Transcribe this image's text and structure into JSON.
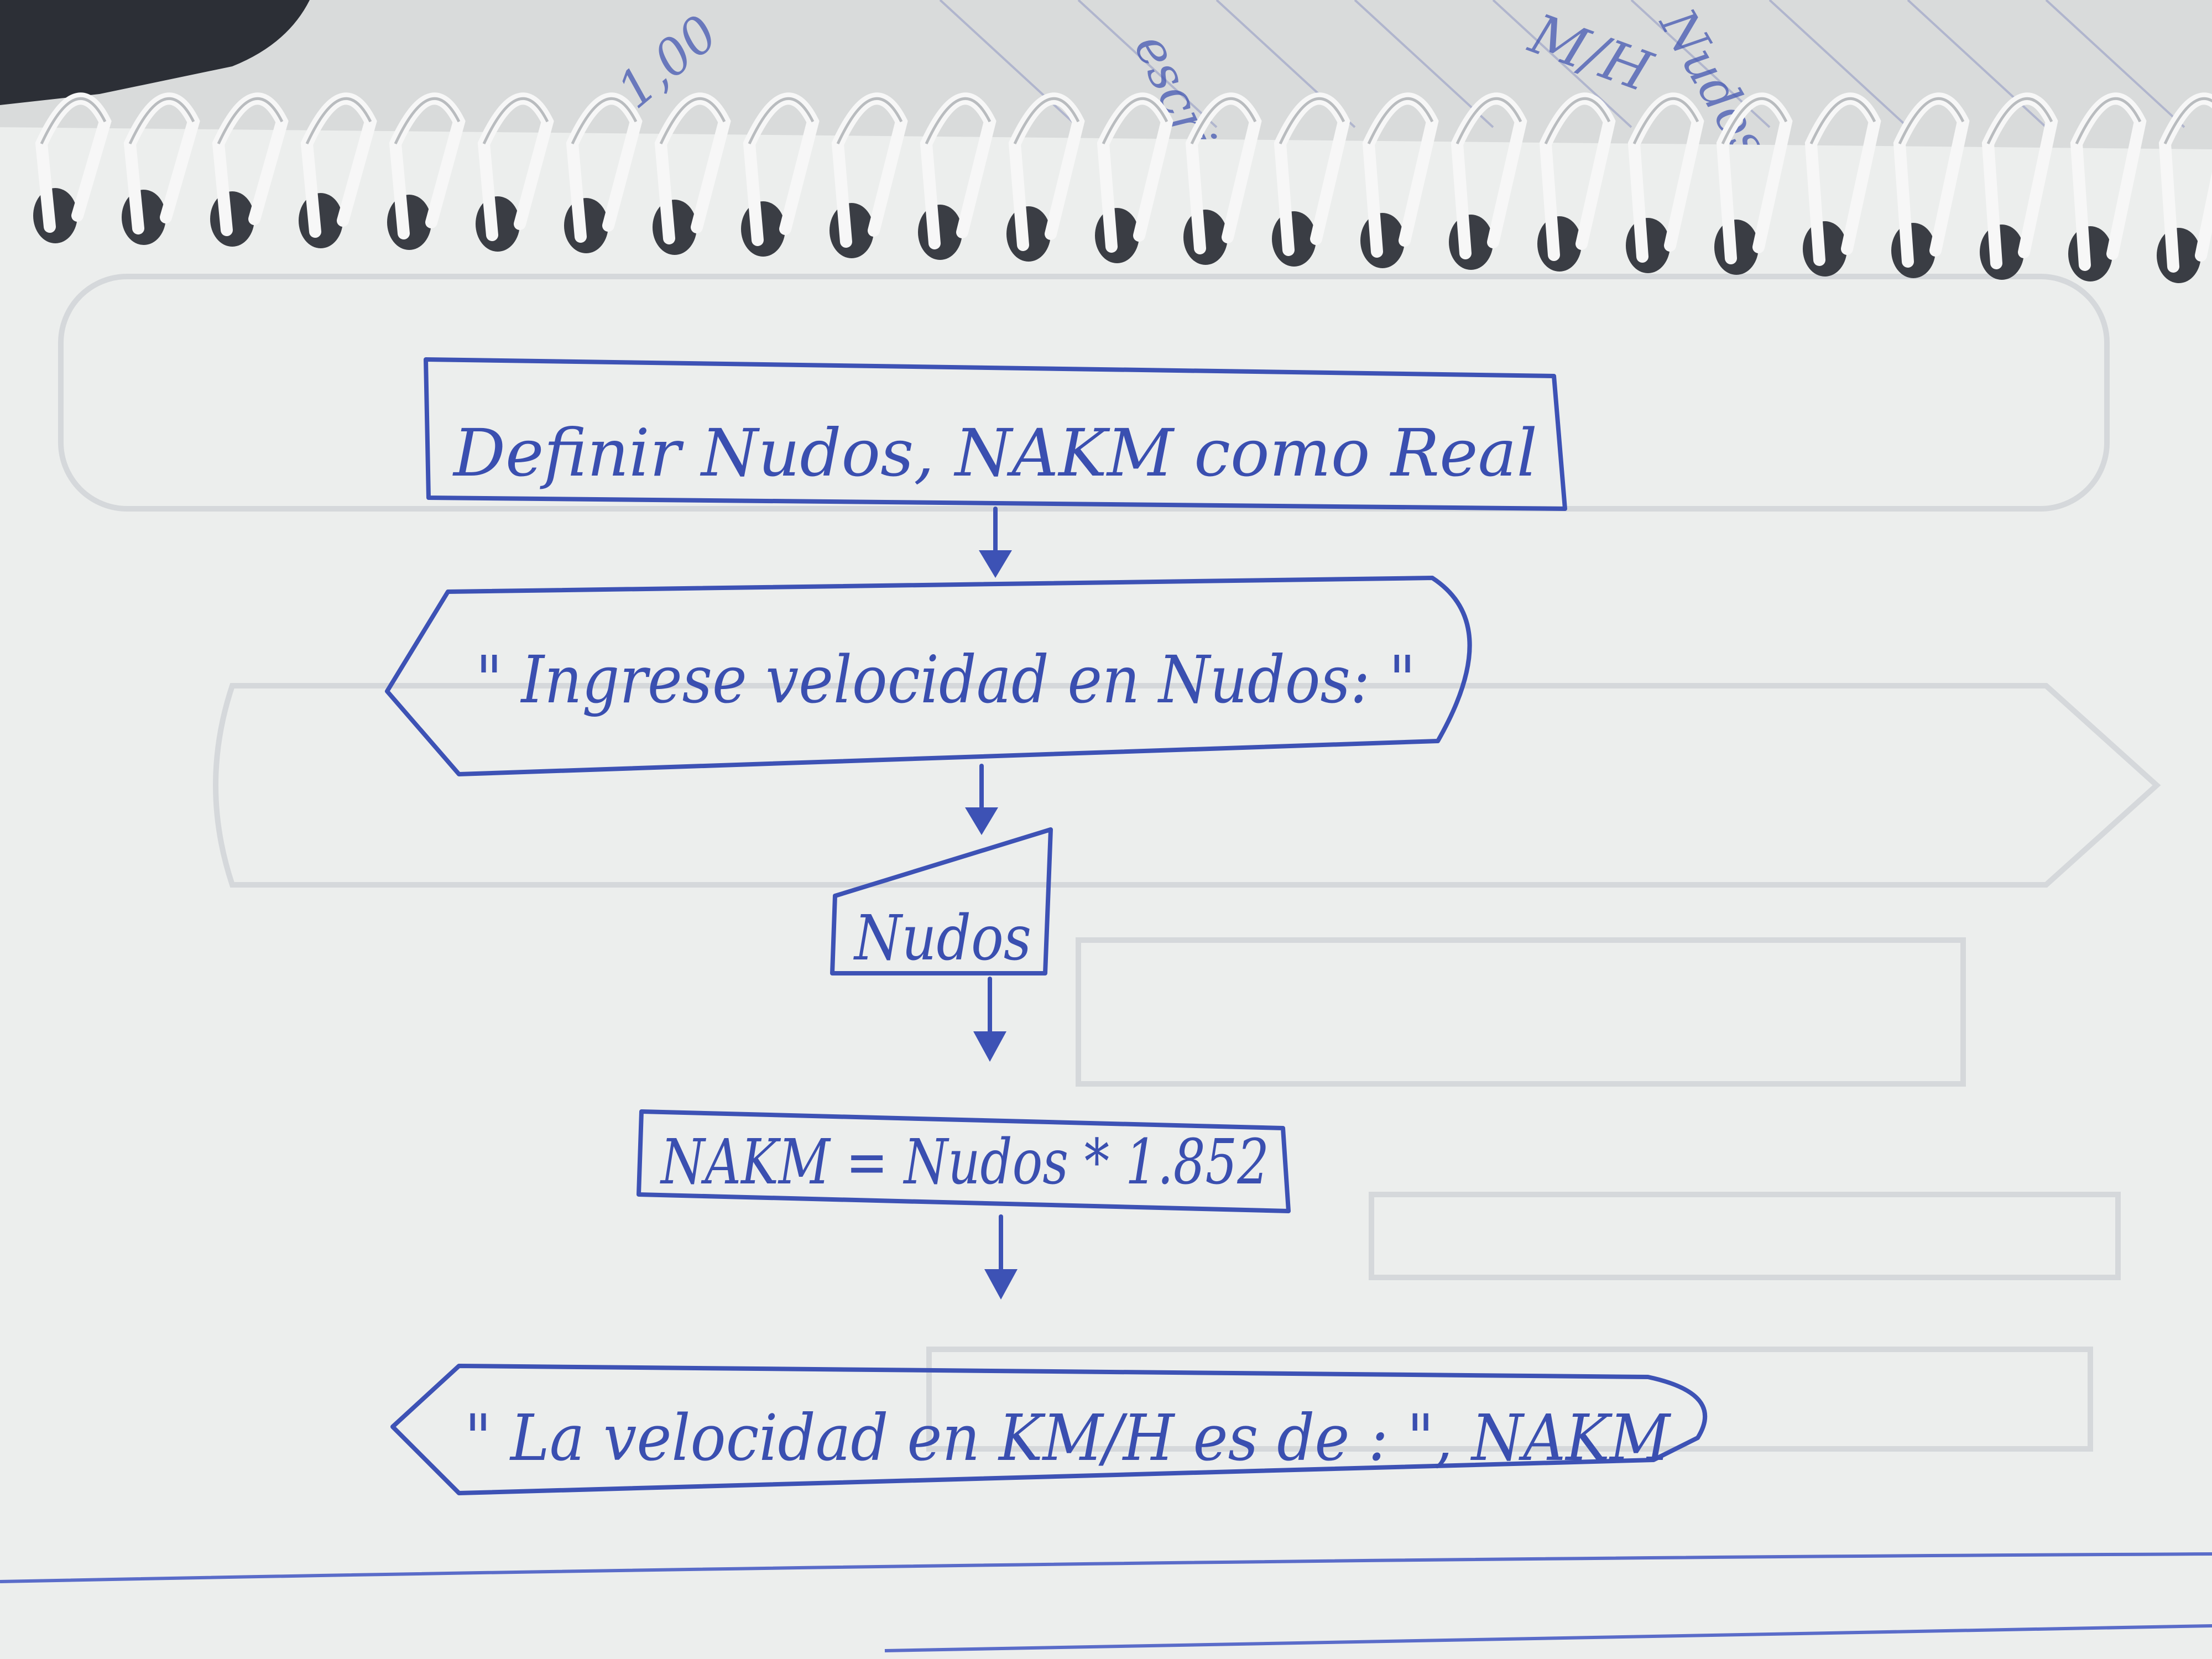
{
  "flowchart": {
    "nodes": [
      {
        "id": "definir",
        "shape": "process",
        "text": "Definir   Nudos,   NAKM   como Real"
      },
      {
        "id": "prompt",
        "shape": "display",
        "text": "\" Ingrese velocidad en Nudos:   \""
      },
      {
        "id": "input-nudos",
        "shape": "manual-input",
        "text": "Nudos"
      },
      {
        "id": "calc",
        "shape": "process",
        "text": "NAKM = Nudos * 1.852"
      },
      {
        "id": "output",
        "shape": "display",
        "text": "\" La velocidad en KM/H es de :  \", NAKM"
      }
    ],
    "edges": [
      {
        "from": "definir",
        "to": "prompt"
      },
      {
        "from": "prompt",
        "to": "input-nudos"
      },
      {
        "from": "input-nudos",
        "to": "calc"
      },
      {
        "from": "calc",
        "to": "output"
      }
    ]
  },
  "background_notes": [
    "1,00",
    "escritorio",
    "M/H",
    "Nudos"
  ],
  "colors": {
    "ink": "#3d52b5",
    "paper": "#eceeed",
    "bleed": "#c9ccd0",
    "spiral": "#f5f5f5"
  }
}
